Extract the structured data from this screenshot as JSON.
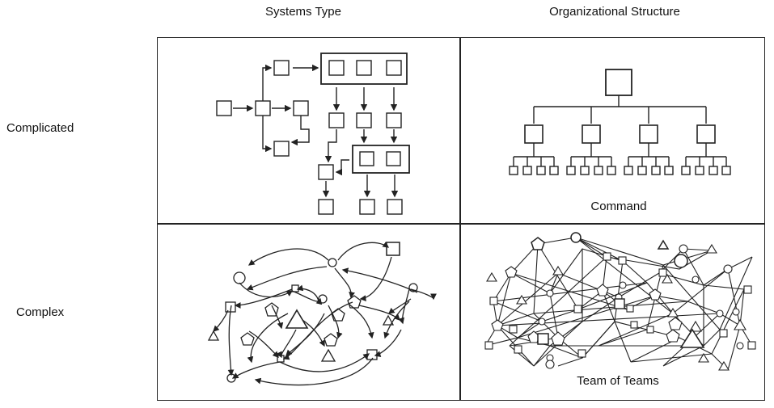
{
  "headers": {
    "col1": "Systems Type",
    "col2": "Organizational Structure"
  },
  "rows": {
    "row1": "Complicated",
    "row2": "Complex"
  },
  "captions": {
    "command": "Command",
    "team_of_teams": "Team of Teams"
  }
}
